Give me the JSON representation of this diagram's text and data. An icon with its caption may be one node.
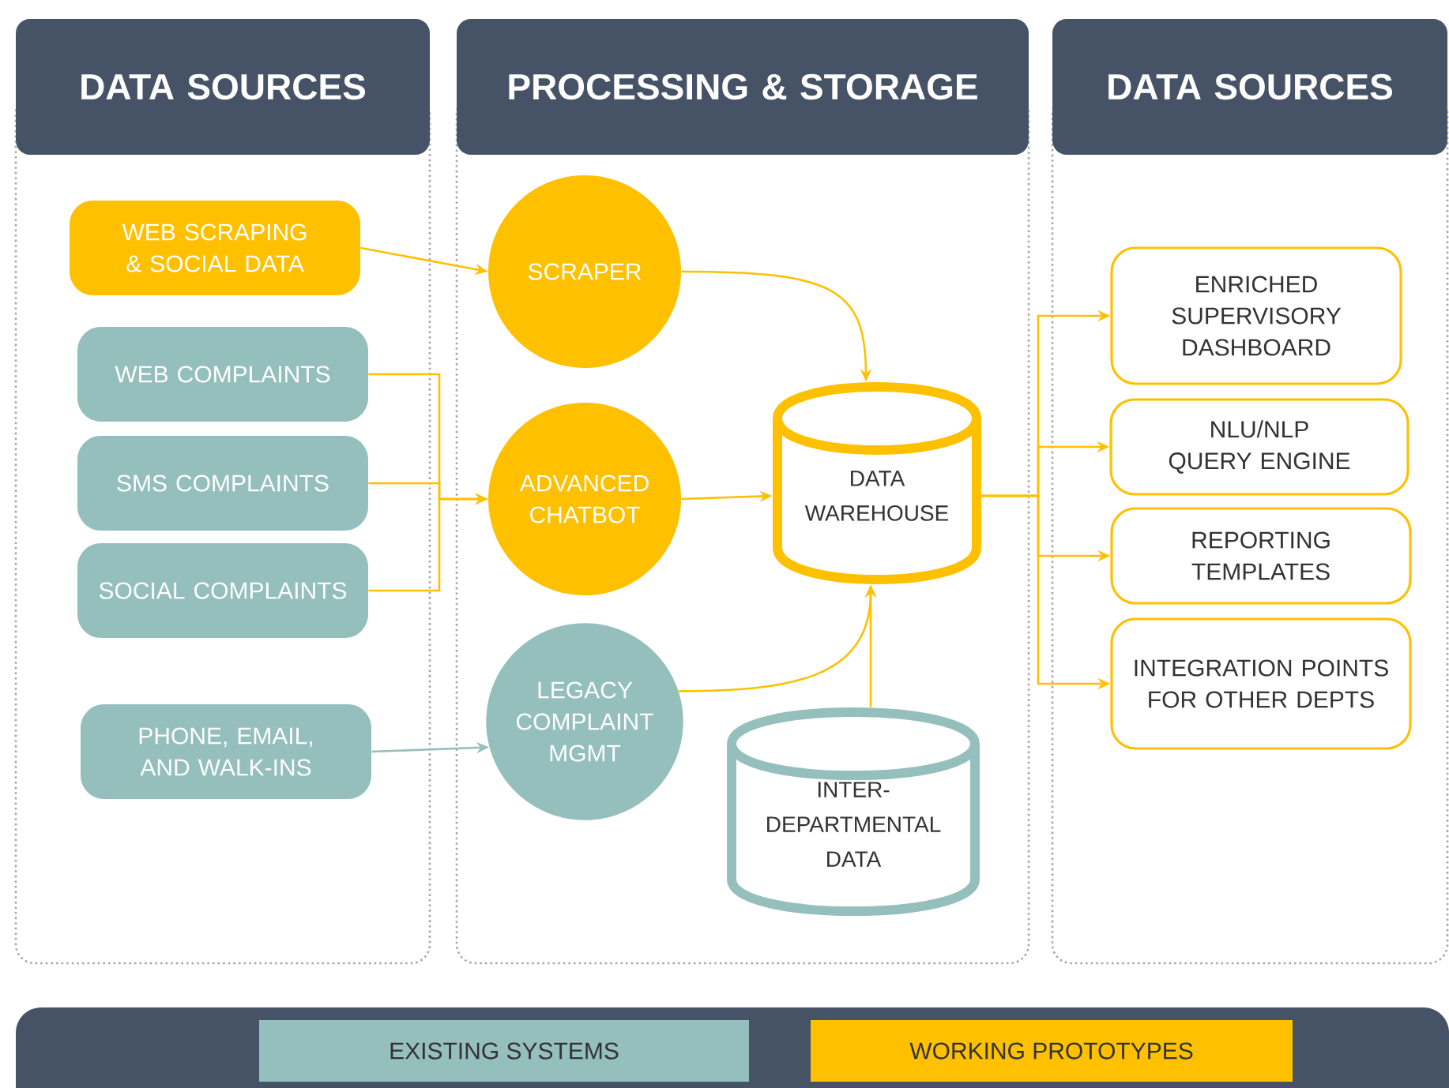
{
  "diagram": {
    "nodes": [
      {
        "text": [
          "DATA SOURCES"
        ]
      },
      {
        "text": [
          "WEB SCRAPING & SOCIAL DATA"
        ],
        "in": 0
      },
      {
        "text": [
          "WEB COMPLAINTS"
        ],
        "in": 0
      },
      {
        "text": [
          "SMS COMPLAINTS"
        ],
        "in": 0
      },
      {
        "text": [
          "SOCIAL COMPLAINTS"
        ],
        "in": 0
      },
      {
        "text": [
          "PHONE, EMAIL, AND WALK-INS"
        ],
        "in": 0
      },
      {
        "text": [
          "PROCESSING & STORAGE"
        ]
      },
      {
        "text": [
          "SCRAPER"
        ],
        "in": 6
      },
      {
        "text": [
          "ADVANCED CHATBOT"
        ],
        "in": 6
      },
      {
        "text": [
          "LEGACY COMPLAINT MGMT"
        ],
        "in": 6
      },
      {
        "text": [
          "DATA WAREHOUSE"
        ],
        "in": 6
      },
      {
        "text": [
          "INTER-DEPARTMENTAL DATA"
        ],
        "in": 6
      },
      {
        "text": [
          "DATA SOURCES"
        ]
      },
      {
        "text": [
          "ENRICHED SUPERVISORY DASHBOARD"
        ],
        "in": 12
      },
      {
        "text": [
          "NLU/NLP QUERY ENGINE"
        ],
        "in": 12
      },
      {
        "text": [
          "REPORTING TEMPLATES"
        ],
        "in": 12
      },
      {
        "text": [
          "INTEGRATION POINTS FOR OTHER DEPTS"
        ],
        "in": 12
      }
    ],
    "edges": [
      {
        "from": 1,
        "to": 7,
        "arrow": "to"
      },
      {
        "from": 2,
        "to": 8,
        "arrow": "to"
      },
      {
        "from": 3,
        "to": 8,
        "arrow": "to"
      },
      {
        "from": 4,
        "to": 8,
        "arrow": "to"
      },
      {
        "from": 5,
        "to": 9,
        "arrow": "to",
        "color": "#95bfbd"
      },
      {
        "from": 7,
        "to": 10,
        "arrow": "to"
      },
      {
        "from": 8,
        "to": 10,
        "arrow": "to"
      },
      {
        "from": 9,
        "to": 10,
        "arrow": "to"
      },
      {
        "from": 11,
        "to": 10,
        "arrow": "to"
      },
      {
        "from": 10,
        "to": 13,
        "arrow": "to"
      },
      {
        "from": 10,
        "to": 14,
        "arrow": "to"
      },
      {
        "from": 10,
        "to": 15,
        "arrow": "to"
      },
      {
        "from": 10,
        "to": 16,
        "arrow": "to"
      }
    ],
    "legend": [
      {
        "text": "EXISTING SYSTEMS",
        "color": "#95bfbd"
      },
      {
        "text": "WORKING PROTOTYPES",
        "color": "#ffc000"
      }
    ]
  }
}
